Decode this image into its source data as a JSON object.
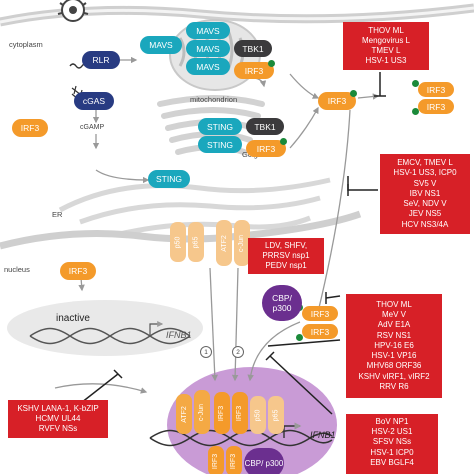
{
  "compartments": {
    "cytoplasm": "cytoplasm",
    "mitochondrion": "mitochondrion",
    "golgi": "Golgi",
    "er": "ER",
    "nucleus": "nucleus"
  },
  "proteins": {
    "rlr": "RLR",
    "mavs": "MAVS",
    "tbk1": "TBK1",
    "irf3": "IRF3",
    "cgas": "cGAS",
    "cgamp": "cGAMP",
    "sting": "STING",
    "p50": "p50",
    "p65": "p65",
    "atf2": "ATF2",
    "cjun": "c-Jun",
    "cbp_line1": "CBP/",
    "cbp_line2": "p300",
    "cbp_lower": "CBP/ p300"
  },
  "gene": {
    "inactive_label": "inactive",
    "name": "IFNB1"
  },
  "steps": [
    "1",
    "2"
  ],
  "inhibitor_boxes": [
    {
      "id": "box_top",
      "lines": [
        "THOV ML",
        "Mengovirus L",
        "TMEV L",
        "HSV-1 US3"
      ]
    },
    {
      "id": "box_nuclear_import",
      "lines": [
        "EMCV, TMEV L",
        "HSV-1 US3, ICP0",
        "SV5 V",
        "IBV NS1",
        "SeV, NDV V",
        "JEV NS5",
        "HCV NS3/4A"
      ]
    },
    {
      "id": "box_nfkb",
      "lines": [
        "LDV, SHFV,",
        "PRRSV nsp1",
        "PEDV nsp1"
      ]
    },
    {
      "id": "box_cbp",
      "lines": [
        "THOV ML",
        "MeV V",
        "AdV E1A",
        "RSV NS1",
        "HPV-16 E6",
        "HSV-1 VP16",
        "MHV68 ORF36",
        "KSHV vIRF1, vIRF2",
        "RRV R6"
      ]
    },
    {
      "id": "box_left",
      "lines": [
        "KSHV LANA-1, K-bZIP",
        "HCMV UL44",
        "RVFV NSs"
      ]
    },
    {
      "id": "box_bottom",
      "lines": [
        "BoV NP1",
        "HSV-2 US1",
        "SFSV NSs",
        "HSV-1 ICP0",
        "EBV BGLF4"
      ]
    }
  ],
  "colors": {
    "inhibitor_red": "#d72027",
    "irf3_orange": "#f49a2a",
    "adaptor_teal": "#1aa7bd",
    "tbk1_dark": "#3b3a3c",
    "sensor_navy": "#283b82",
    "cbp_purple": "#6b2f8f",
    "nucleus_lilac": "#c99bd6",
    "phospho_green": "#1b8a3a"
  },
  "icons": [
    "virus-icon",
    "phosphate-icon",
    "dna-helix-icon",
    "rna-icon",
    "transcription-arrow-icon",
    "inhibition-bar-icon"
  ]
}
